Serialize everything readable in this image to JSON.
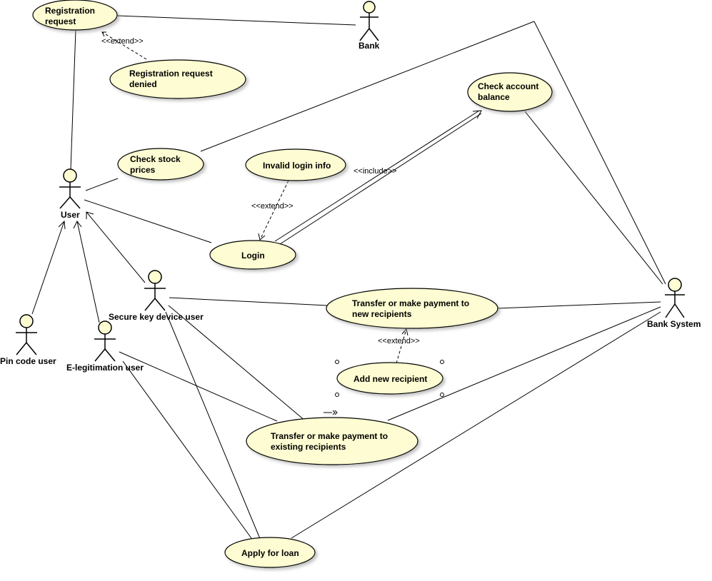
{
  "actors": {
    "bank": "Bank",
    "user": "User",
    "pin_code_user": "Pin code user",
    "e_legitimation_user": "E-legitimation user",
    "secure_key_device_user": "Secure key device user",
    "bank_system": "Bank System"
  },
  "use_cases": {
    "registration_request": [
      "Registration",
      "request"
    ],
    "registration_request_denied": [
      "Registration request",
      "denied"
    ],
    "check_account_balance": [
      "Check account",
      "balance"
    ],
    "check_stock_prices": [
      "Check stock",
      "prices"
    ],
    "invalid_login_info": [
      "Invalid login info"
    ],
    "login": [
      "Login"
    ],
    "transfer_new": [
      "Transfer or make payment to",
      "new recipients"
    ],
    "add_new_recipient": [
      "Add new recipient"
    ],
    "transfer_existing": [
      "Transfer or make payment to",
      "existing recipients"
    ],
    "apply_for_loan": [
      "Apply for loan"
    ]
  },
  "stereotypes": {
    "extend_registration": "<<extend>>",
    "extend_login": "<<extend>>",
    "include_balance": "<<include>>",
    "extend_recipient": "<<extend>>"
  },
  "colors": {
    "use_case_fill": "#fdfcd2",
    "line": "#000000",
    "shadow": "#c8c8c8"
  }
}
